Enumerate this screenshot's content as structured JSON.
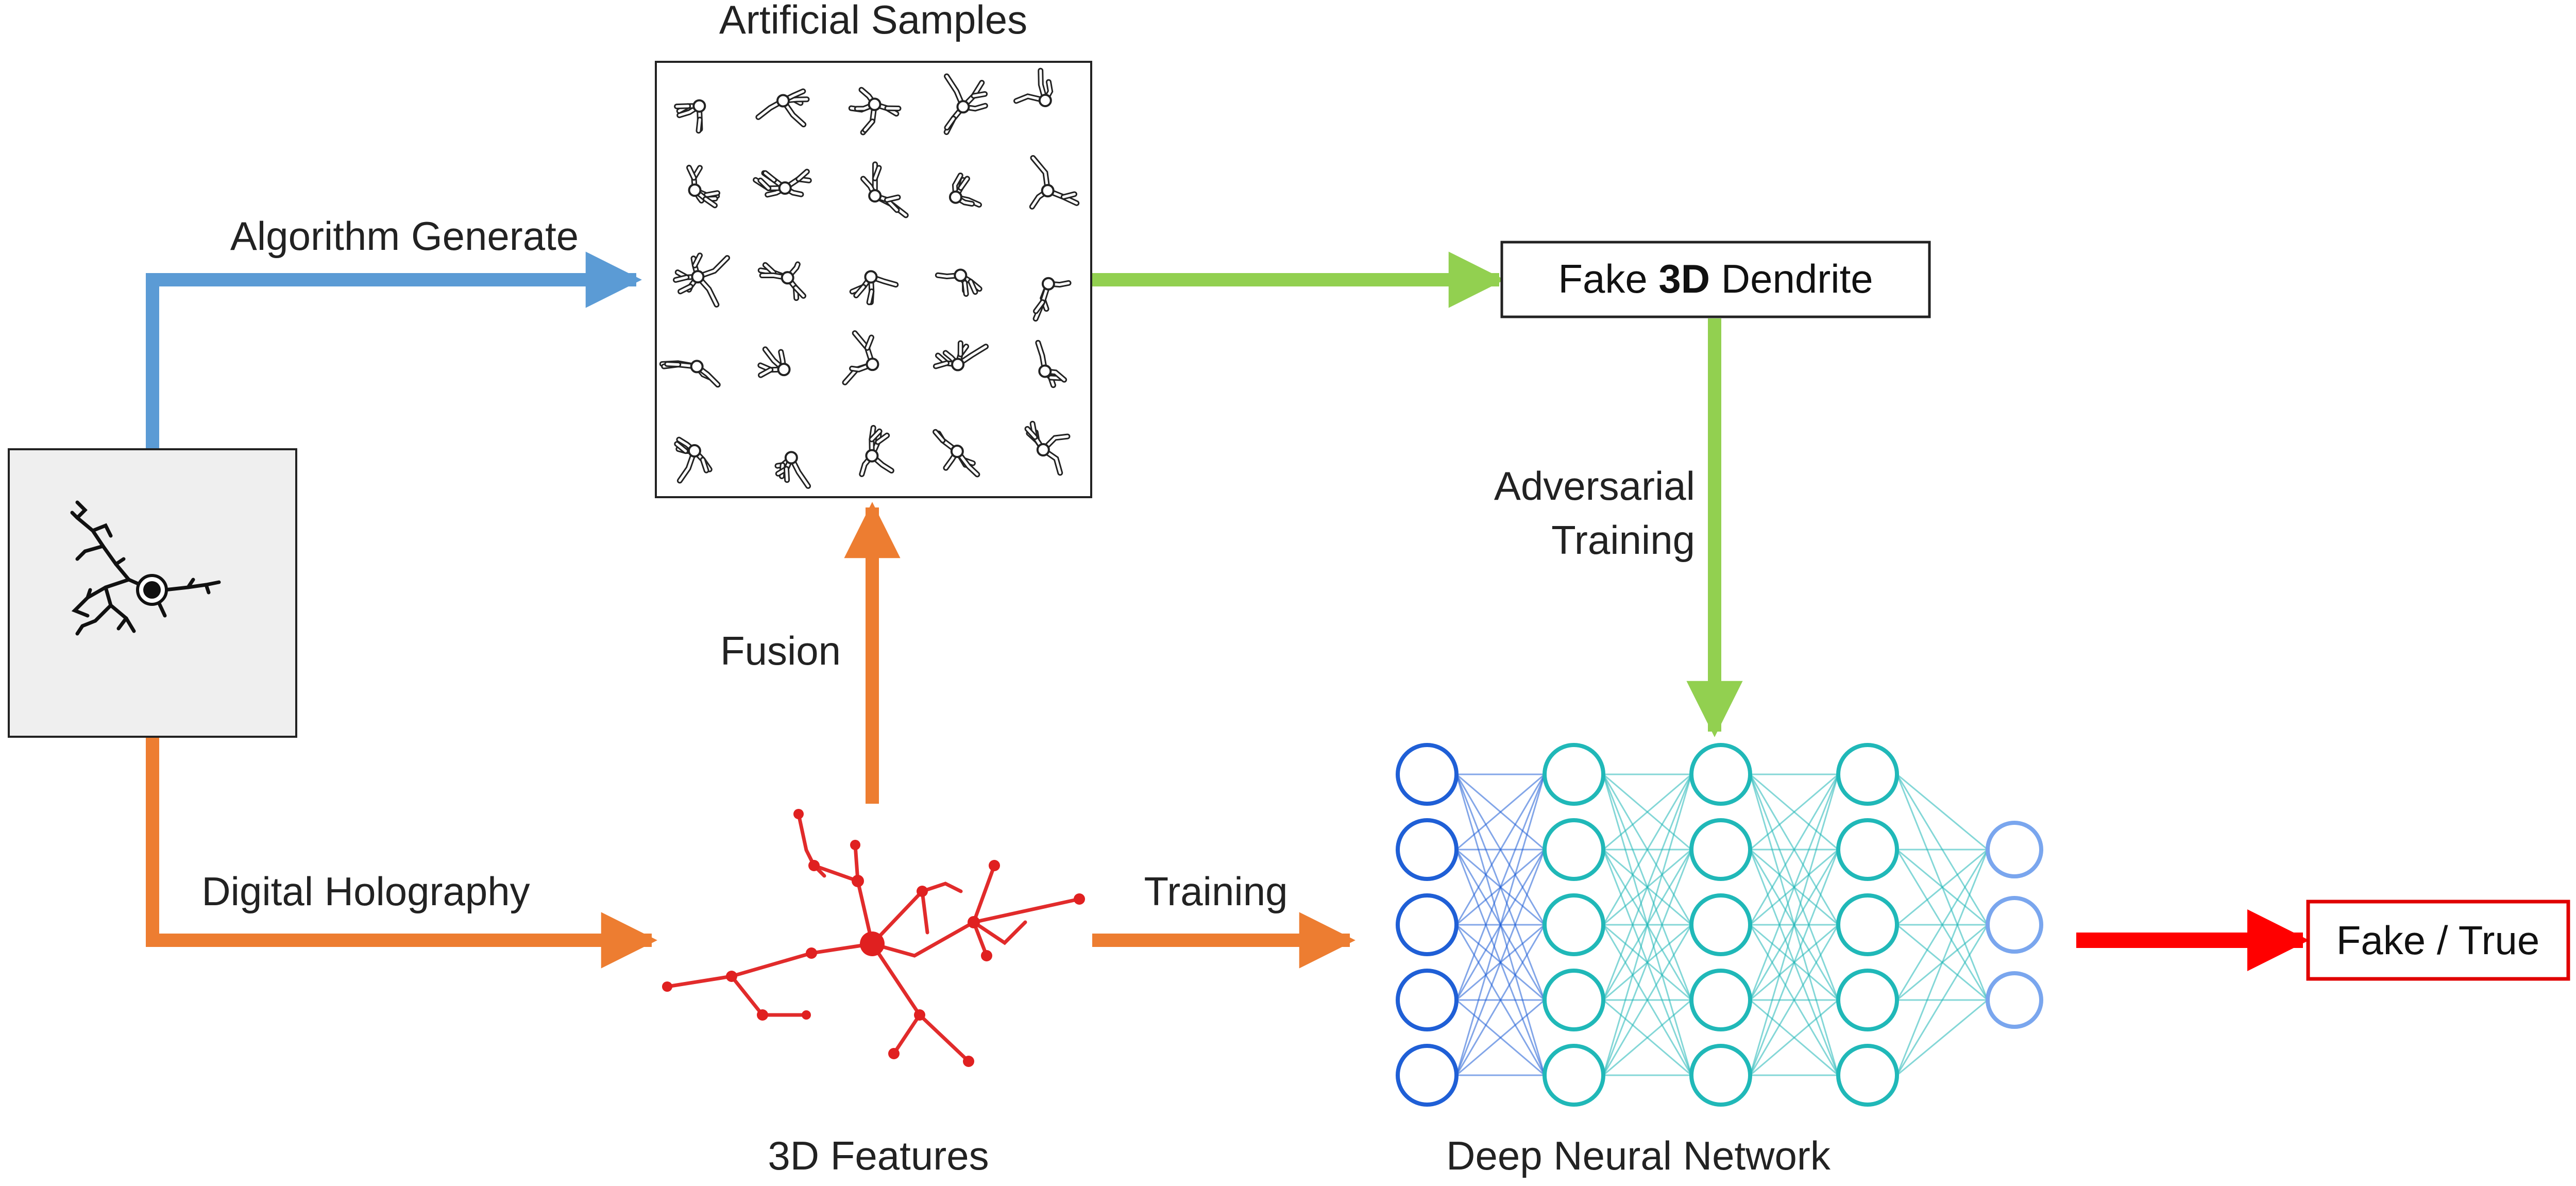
{
  "labels": {
    "artificial_samples": "Artificial Samples",
    "algorithm_generate": "Algorithm Generate",
    "fake_prefix": "Fake ",
    "fake_bold": "3D",
    "fake_suffix": " Dendrite",
    "adversarial_line1": "Adversarial",
    "adversarial_line2": "Training",
    "fusion": "Fusion",
    "digital_holography": "Digital Holography",
    "training": "Training",
    "features_3d": "3D Features",
    "deep_neural_network": "Deep Neural Network",
    "fake_true": "Fake / True"
  },
  "colors": {
    "blue_arrow": "#5b9bd5",
    "orange_arrow": "#ed7d31",
    "green_arrow": "#92d050",
    "red_arrow": "#ff0000",
    "feature_red": "#e02020",
    "input_panel_bg": "#efefef",
    "nn_layer1": "#1f5fd6",
    "nn_layer2": "#20b8b8",
    "nn_layer3": "#20b8b8",
    "nn_layer4": "#20b8b8",
    "nn_layer5": "#7aa6ee"
  },
  "network": {
    "layer_sizes": [
      5,
      5,
      5,
      5,
      3
    ]
  }
}
